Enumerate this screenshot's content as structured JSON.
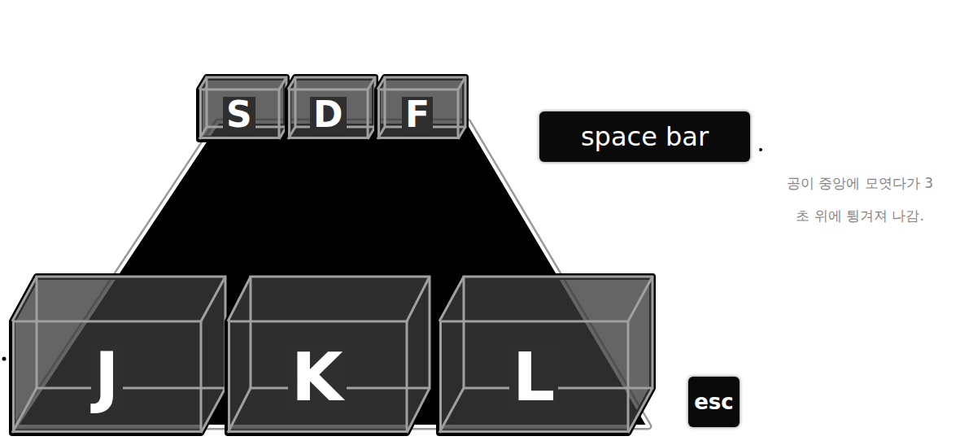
{
  "diagram": {
    "nodes": [
      {
        "text": [
          "S"
        ]
      },
      {
        "text": [
          "D"
        ]
      },
      {
        "text": [
          "F"
        ]
      },
      {
        "text": [
          "space bar"
        ]
      },
      {
        "text": [
          "J"
        ]
      },
      {
        "text": [
          "K"
        ]
      },
      {
        "text": [
          "L"
        ]
      },
      {
        "text": [
          "esc"
        ]
      }
    ],
    "labels": [
      "공이 중앙에 모엿다가 3초 위에 튕겨져 나감."
    ]
  }
}
